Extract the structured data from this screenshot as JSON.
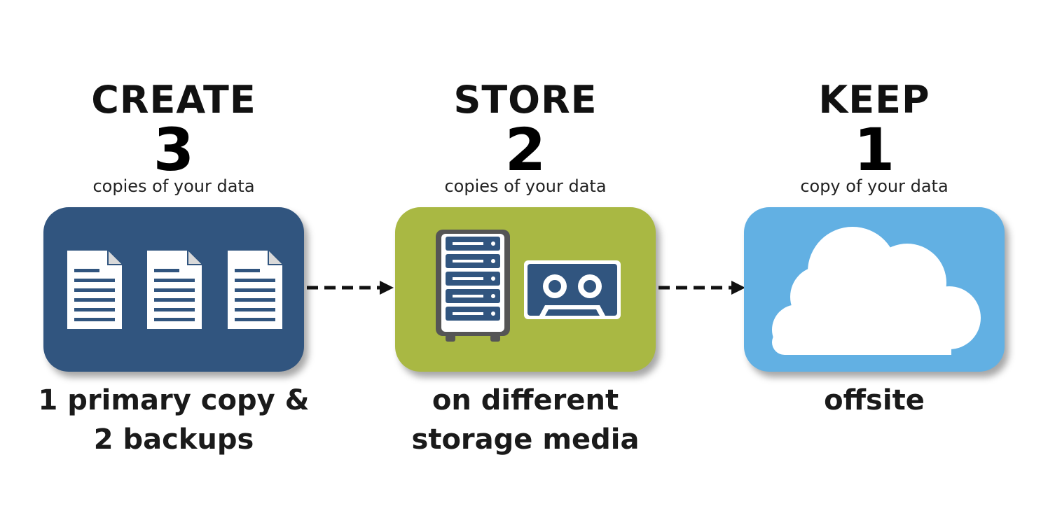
{
  "steps": [
    {
      "verb": "CREATE",
      "number": "3",
      "caption": "copies of your data",
      "description": [
        "1 primary copy &",
        "2 backups"
      ],
      "icons": [
        "document-icon",
        "document-icon",
        "document-icon"
      ]
    },
    {
      "verb": "STORE",
      "number": "2",
      "caption": "copies of your data",
      "description": [
        "on different",
        "storage media"
      ],
      "icons": [
        "server-icon",
        "tape-cassette-icon"
      ]
    },
    {
      "verb": "KEEP",
      "number": "1",
      "caption": "copy of your data",
      "description": [
        "offsite"
      ],
      "icons": [
        "cloud-icon"
      ]
    }
  ],
  "colors": {
    "create_box": "#31557f",
    "store_box": "#a9b843",
    "keep_box": "#62b0e3",
    "icon_white": "#ffffff",
    "server_gray": "#555555",
    "arrow": "#111111"
  }
}
